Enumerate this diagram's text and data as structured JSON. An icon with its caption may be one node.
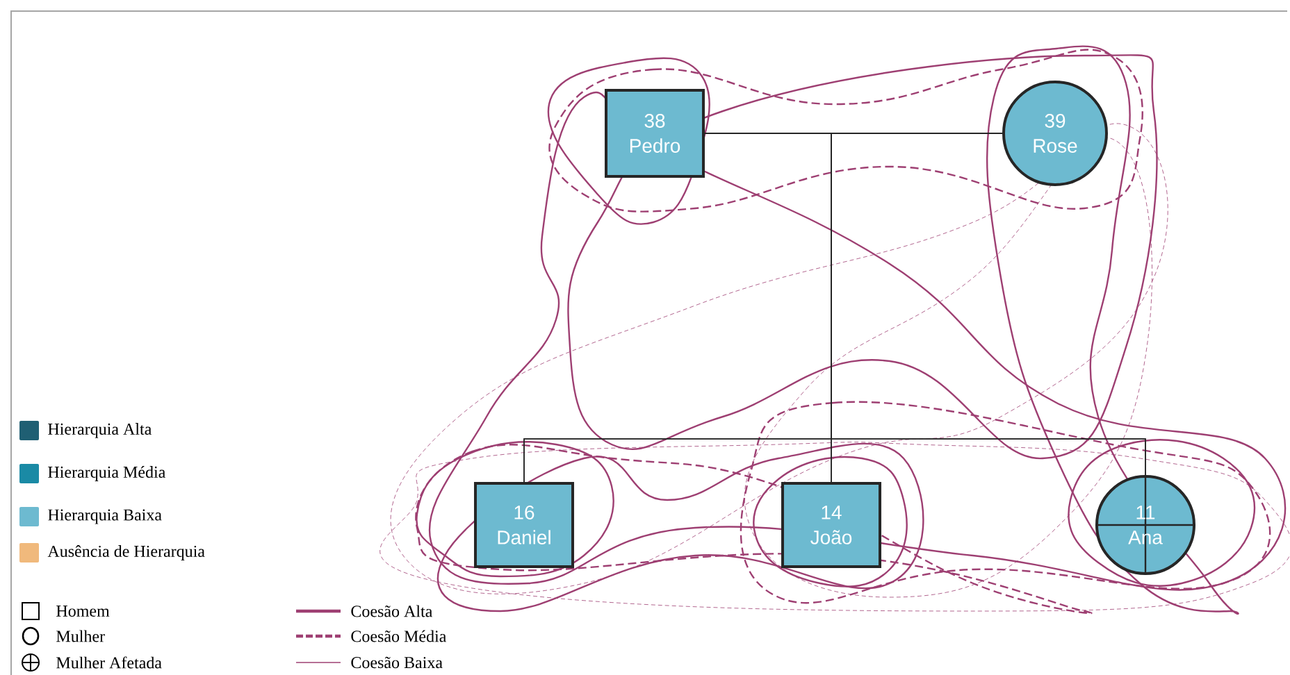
{
  "diagram": {
    "nodes": [
      {
        "text": [
          "38",
          "Pedro"
        ]
      },
      {
        "text": [
          "39",
          "Rose"
        ]
      },
      {
        "text": [
          "16",
          "Daniel"
        ]
      },
      {
        "text": [
          "14",
          "João"
        ]
      },
      {
        "text": [
          "11",
          "Ana"
        ]
      }
    ],
    "edges": [
      {
        "from": 0,
        "to": 1,
        "arrow": "none"
      },
      {
        "from": 0,
        "to": 2,
        "arrow": "none"
      },
      {
        "from": 0,
        "to": 3,
        "arrow": "none"
      },
      {
        "from": 0,
        "to": 4,
        "arrow": "none"
      },
      {
        "from": 1,
        "to": 2,
        "arrow": "none"
      },
      {
        "from": 1,
        "to": 3,
        "arrow": "none"
      },
      {
        "from": 1,
        "to": 4,
        "arrow": "none"
      }
    ],
    "legend": [
      {
        "text": "Hierarquia Alta",
        "color": "#1f5f73"
      },
      {
        "text": "Hierarquia Média",
        "color": "#1a8aa5"
      },
      {
        "text": "Hierarquia Baixa",
        "color": "#6dbad0"
      },
      {
        "text": "Ausência de Hierarquia",
        "color": "#f0b97c"
      },
      {
        "text": "Homem"
      },
      {
        "text": "Mulher"
      },
      {
        "text": "Mulher Afetada"
      },
      {
        "text": "Coesão Alta"
      },
      {
        "text": "Coesão Média"
      },
      {
        "text": "Coesão Baixa"
      }
    ]
  }
}
